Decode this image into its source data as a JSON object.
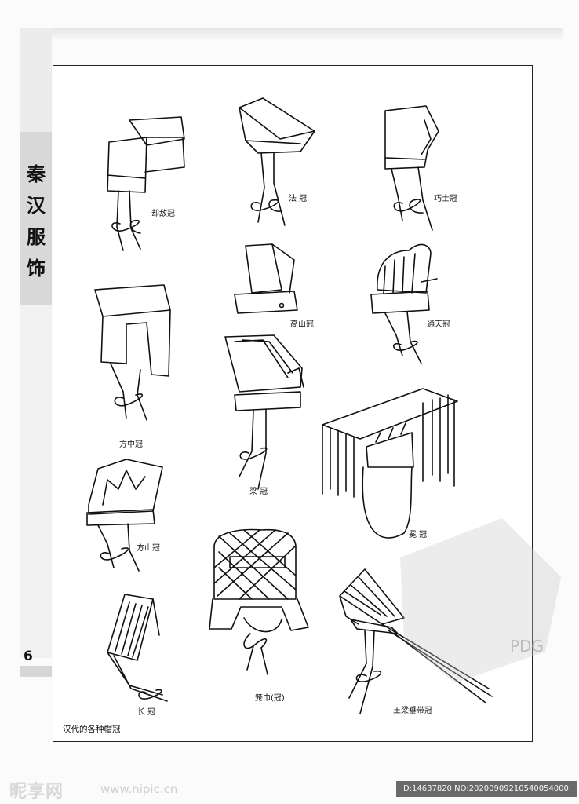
{
  "side_tab": {
    "chars": [
      "秦",
      "汉",
      "服",
      "饰"
    ]
  },
  "page_number": "6",
  "caption": "汉代的各种帽冠",
  "labels": {
    "queti": "却敌冠",
    "fa": "法 冠",
    "qiaoshi": "巧士冠",
    "gaoshan": "高山冠",
    "tongtian": "通天冠",
    "fangzhong": "方中冠",
    "liang": "梁 冠",
    "mian": "冕 冠",
    "fangshan": "方山冠",
    "longjin": "笼巾(冠)",
    "chang": "长 冠",
    "wangliang": "王梁垂带冠"
  },
  "watermark_text": "PDG",
  "footer": {
    "logo": "昵享网",
    "url": "www.nipic.cn",
    "id": "ID:14637820 NO:20200909210540054000"
  }
}
